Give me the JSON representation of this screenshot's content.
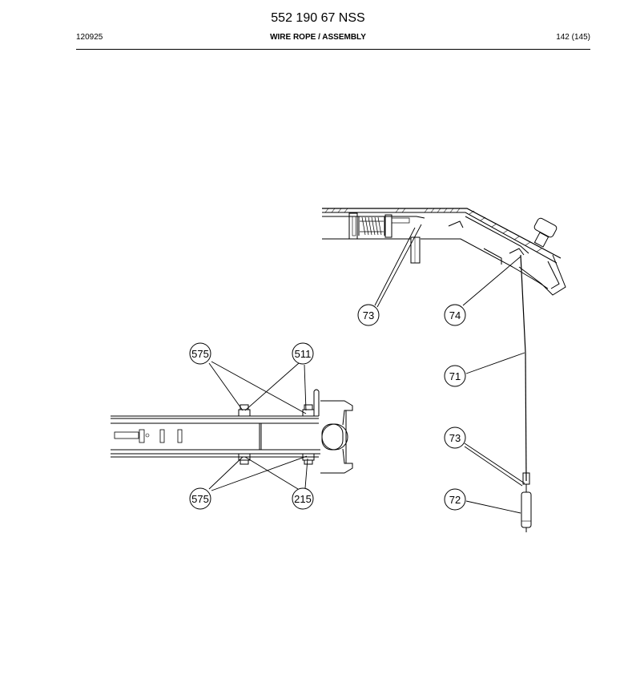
{
  "document": {
    "part_number": "552 190 67 NSS",
    "date_code": "120925",
    "section_title": "WIRE ROPE / ASSEMBLY",
    "page_indicator": "142 (145)"
  },
  "callouts": {
    "c73_top": "73",
    "c74": "74",
    "c71": "71",
    "c73_mid": "73",
    "c72": "72",
    "c575_top": "575",
    "c511": "511",
    "c575_bottom": "575",
    "c215": "215"
  }
}
